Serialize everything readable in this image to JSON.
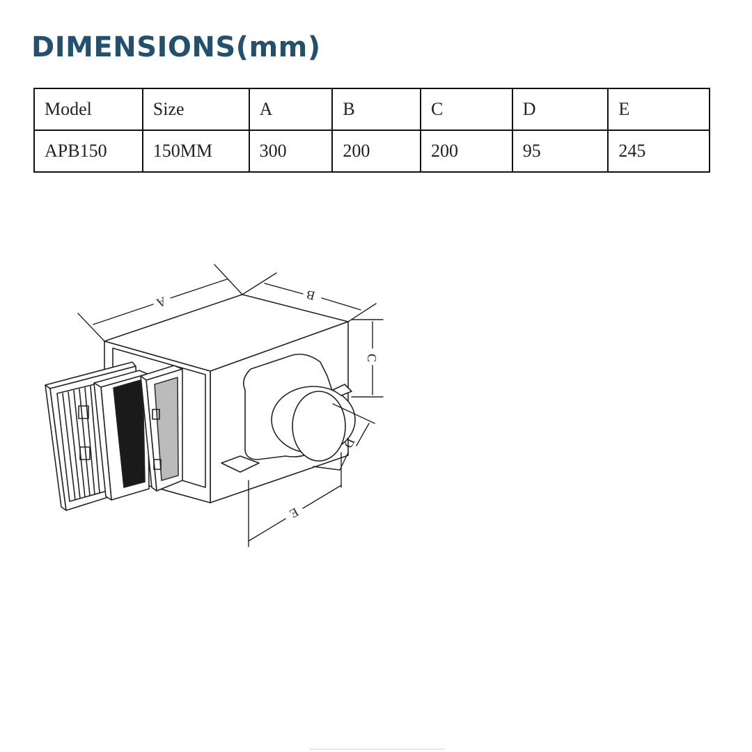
{
  "page": {
    "title": "DIMENSIONS(mm)",
    "title_color": "#22506f"
  },
  "table": {
    "headers": [
      "Model",
      "Size",
      "A",
      "B",
      "C",
      "D",
      "E"
    ],
    "rows": [
      [
        "APB150",
        "150MM",
        "300",
        "200",
        "200",
        "95",
        "245"
      ]
    ]
  },
  "figure": {
    "description": "Isometric line drawing of air purification box with extracted filter cassettes and round duct outlet",
    "dimension_labels": [
      "A",
      "B",
      "C",
      "D",
      "E"
    ]
  }
}
